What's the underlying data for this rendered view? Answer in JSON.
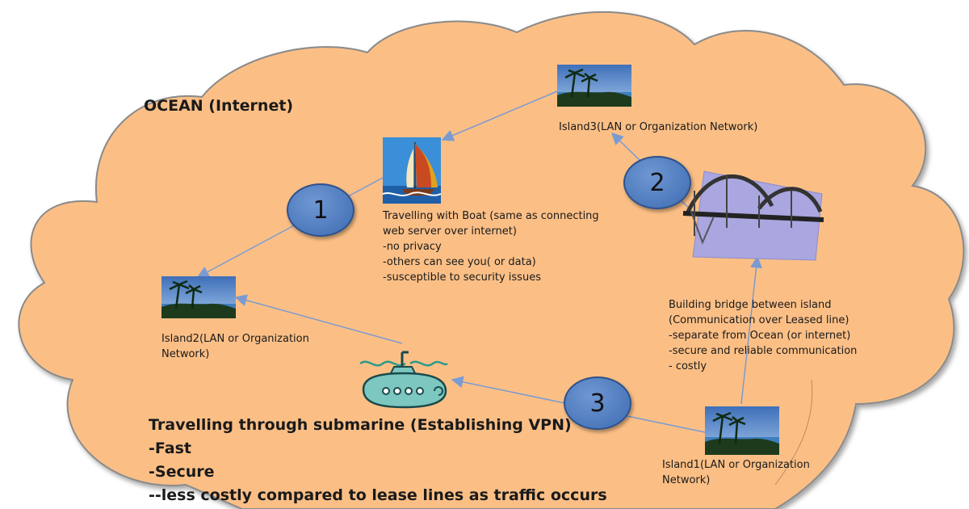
{
  "ocean_label": "OCEAN (Internet)",
  "islands": {
    "island3": {
      "line1": "Island3(LAN or Organization Network)"
    },
    "island2": {
      "line1": "Island2(LAN or Organization",
      "line2": "Network)"
    },
    "island1": {
      "line1": "Island1(LAN or Organization",
      "line2": "Network)"
    }
  },
  "markers": {
    "one": "1",
    "two": "2",
    "three": "3"
  },
  "boat_text": [
    "Travelling with Boat (same as connecting",
    "web server over internet)",
    "-no privacy",
    "-others can see you( or data)",
    "-susceptible to security issues"
  ],
  "bridge_text": [
    "Building bridge between island",
    "(Communication over Leased line)",
    "-separate from Ocean (or internet)",
    "-secure and reliable communication",
    "- costly"
  ],
  "submarine_text": [
    "Travelling through submarine  (Establishing  VPN)",
    "-Fast",
    "-Secure",
    "--less costly compared to lease lines as traffic occurs"
  ],
  "colors": {
    "cloud": "#fbbf86",
    "cloud_stroke": "#8a8a8a",
    "marker": "#4a78c0",
    "arrow": "#7b9bd0"
  }
}
